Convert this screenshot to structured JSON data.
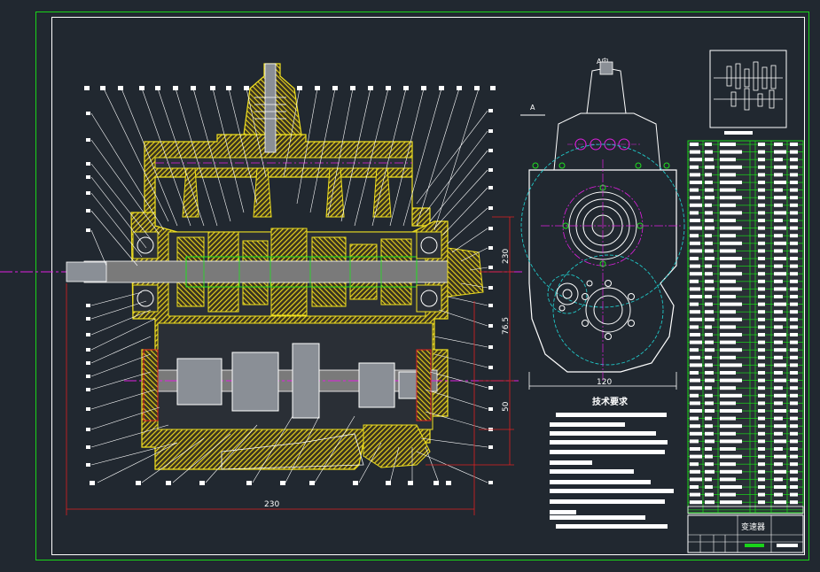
{
  "drawing": {
    "section_label": "A",
    "view_label": "A向",
    "tech_req_title": "技术要求",
    "title_block_name": "变速器"
  },
  "dimensions": {
    "overall_width": "230",
    "height_upper": "230",
    "height_middle": "76.5",
    "height_lower": "50",
    "side_width": "120"
  },
  "colors": {
    "background": "#212830",
    "outer_border": "#19d419",
    "inner_border": "#ffffff",
    "section_outline": "#f0e020",
    "hatch": "#e0d020",
    "shaft_fill": "#7a7a7a",
    "centerline": "#e020e0",
    "hidden_line": "#20c8c8",
    "dimension": "#e02020",
    "table_lines": "#19d419",
    "gear_fill": "#8a8f96"
  }
}
